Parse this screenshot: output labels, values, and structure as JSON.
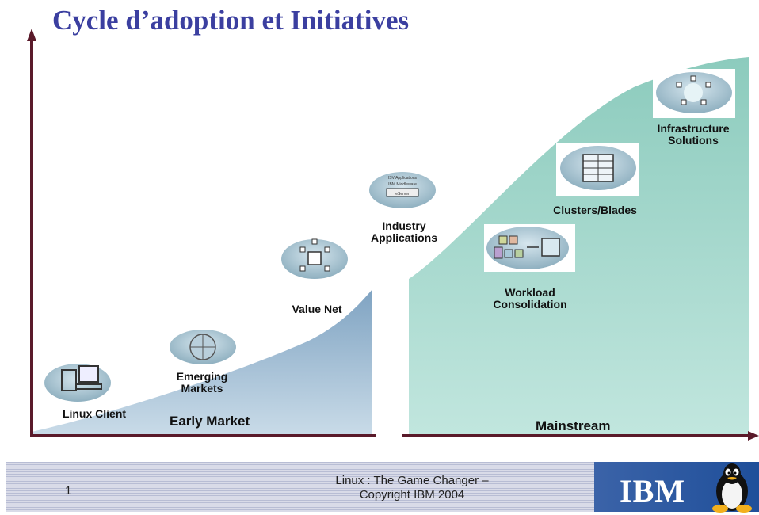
{
  "title": "Cycle d’adoption et Initiatives",
  "initiatives": {
    "linux_client": "Linux Client",
    "emerging_markets": "Emerging\nMarkets",
    "value_net": "Value Net",
    "industry_applications": "Industry\nApplications",
    "workload_consolidation": "Workload\nConsolidation",
    "clusters_blades": "Clusters/Blades",
    "infrastructure_solutions": "Infrastructure\nSolutions"
  },
  "icon_text": {
    "isv_applications": "ISV Applications",
    "ibm_middleware": "IBM Middleware",
    "eserver": "eServer"
  },
  "phases": {
    "early_market": "Early Market",
    "mainstream": "Mainstream"
  },
  "footer": {
    "page_number": "1",
    "text": "Linux : The Game Changer –\nCopyright IBM 2004",
    "logo": "IBM"
  },
  "colors": {
    "title": "#3b3fa0",
    "early_fill": "#9ab7cf",
    "mainstream_fill": "#93cfc3",
    "axis": "#5a1a2a"
  }
}
